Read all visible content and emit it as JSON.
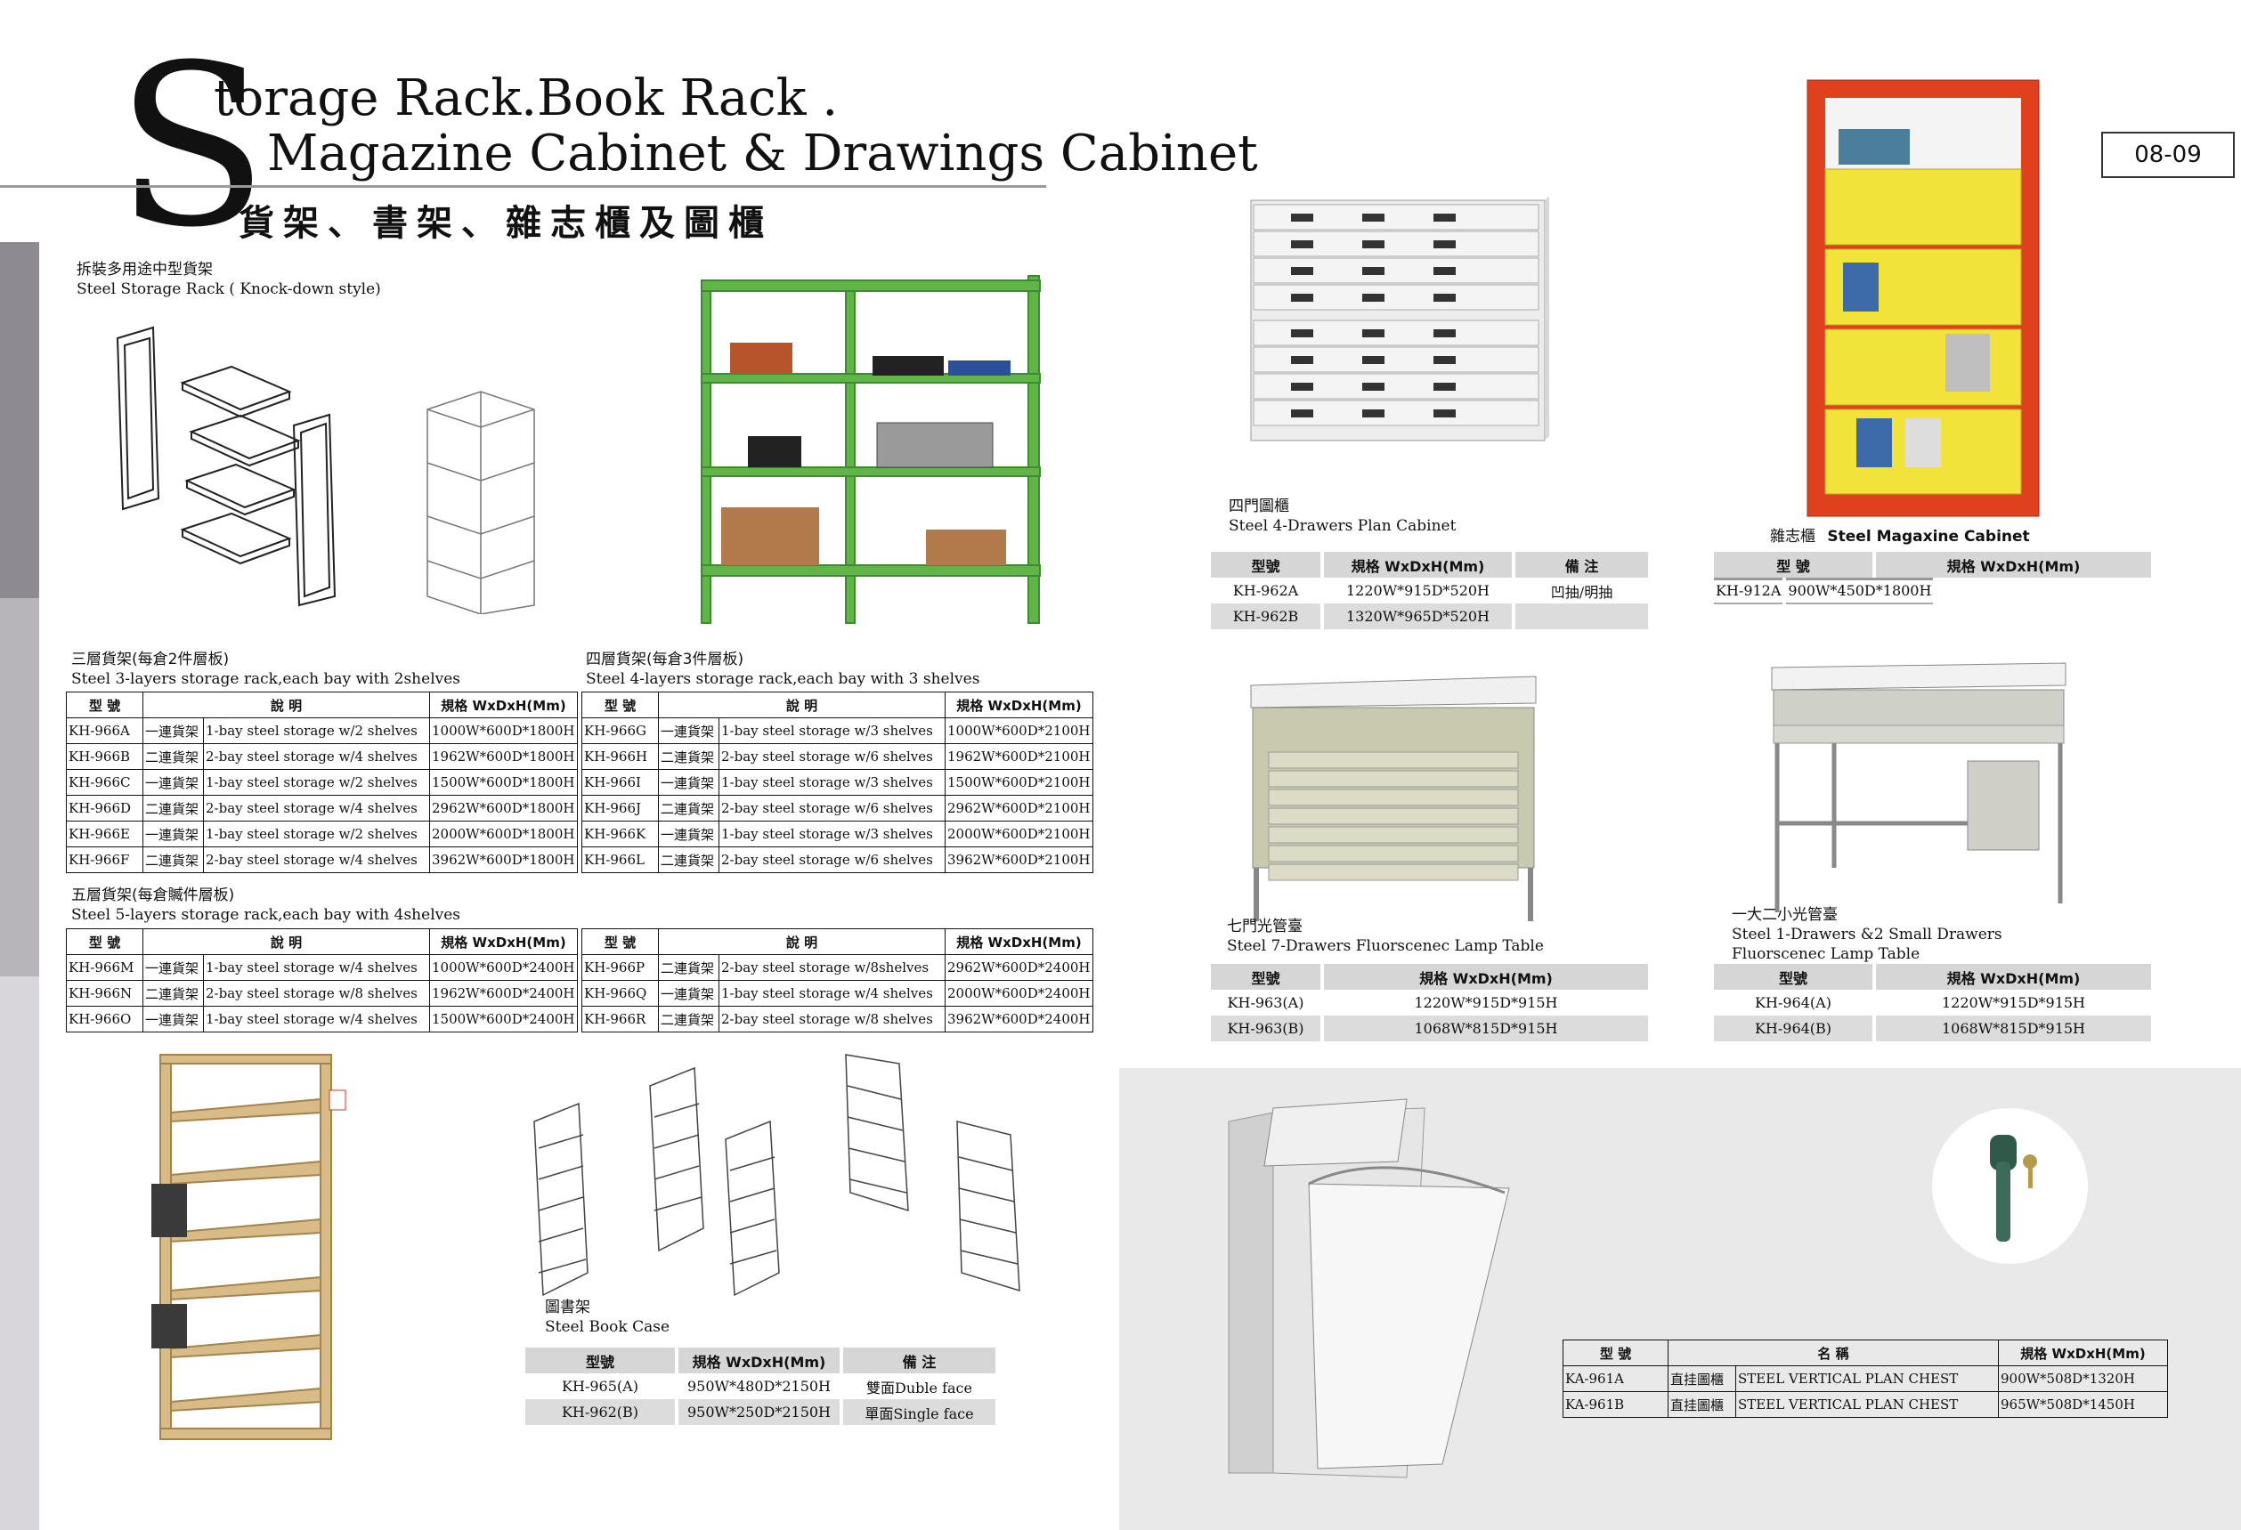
{
  "header": {
    "big_letter": "S",
    "title_line1": "torage Rack.Book Rack .",
    "title_line2": "Magazine Cabinet & Drawings Cabinet",
    "title_cn": "貨架、書架、雜志櫃及圖櫃",
    "page_number": "08-09"
  },
  "storage_rack": {
    "label_cn": "拆裝多用途中型貨架",
    "label_en": "Steel Storage Rack ( Knock-down style)"
  },
  "three_layer": {
    "label_cn": "三層貨架(每倉2件層板)",
    "label_en": "Steel 3-layers storage rack,each bay with 2shelves"
  },
  "four_layer": {
    "label_cn": "四層貨架(每倉3件層板)",
    "label_en": "Steel 4-layers storage rack,each bay with 3 shelves"
  },
  "five_layer": {
    "label_cn": "五層貨架(每倉贓件層板)",
    "label_en": "Steel 5-layers storage rack,each bay with 4shelves"
  },
  "rack_table_headers": {
    "model": "型 號",
    "desc": "說 明",
    "spec": "規格 WxDxH(Mm)"
  },
  "table_3_4": {
    "left": [
      [
        "KH-966A",
        "一連貨架",
        "1-bay steel storage w/2 shelves",
        "1000W*600D*1800H"
      ],
      [
        "KH-966B",
        "二連貨架",
        "2-bay steel storage w/4 shelves",
        "1962W*600D*1800H"
      ],
      [
        "KH-966C",
        "一連貨架",
        "1-bay steel storage w/2 shelves",
        "1500W*600D*1800H"
      ],
      [
        "KH-966D",
        "二連貨架",
        "2-bay steel storage w/4 shelves",
        "2962W*600D*1800H"
      ],
      [
        "KH-966E",
        "一連貨架",
        "1-bay steel storage w/2 shelves",
        "2000W*600D*1800H"
      ],
      [
        "KH-966F",
        "二連貨架",
        "2-bay steel storage w/4 shelves",
        "3962W*600D*1800H"
      ]
    ],
    "right": [
      [
        "KH-966G",
        "一連貨架",
        "1-bay steel storage w/3 shelves",
        "1000W*600D*2100H"
      ],
      [
        "KH-966H",
        "二連貨架",
        "2-bay steel storage w/6 shelves",
        "1962W*600D*2100H"
      ],
      [
        "KH-966I",
        "一連貨架",
        "1-bay steel storage w/3 shelves",
        "1500W*600D*2100H"
      ],
      [
        "KH-966J",
        "二連貨架",
        "2-bay steel storage w/6 shelves",
        "2962W*600D*2100H"
      ],
      [
        "KH-966K",
        "一連貨架",
        "1-bay steel storage w/3 shelves",
        "2000W*600D*2100H"
      ],
      [
        "KH-966L",
        "二連貨架",
        "2-bay steel storage w/6 shelves",
        "3962W*600D*2100H"
      ]
    ]
  },
  "table_5": {
    "left": [
      [
        "KH-966M",
        "一連貨架",
        "1-bay steel storage w/4 shelves",
        "1000W*600D*2400H"
      ],
      [
        "KH-966N",
        "二連貨架",
        "2-bay steel storage w/8 shelves",
        "1962W*600D*2400H"
      ],
      [
        "KH-966O",
        "一連貨架",
        "1-bay steel storage w/4 shelves",
        "1500W*600D*2400H"
      ]
    ],
    "right": [
      [
        "KH-966P",
        "二連貨架",
        "2-bay steel storage w/8shelves",
        "2962W*600D*2400H"
      ],
      [
        "KH-966Q",
        "一連貨架",
        "1-bay steel storage w/4 shelves",
        "2000W*600D*2400H"
      ],
      [
        "KH-966R",
        "二連貨架",
        "2-bay steel storage w/8 shelves",
        "3962W*600D*2400H"
      ]
    ]
  },
  "book_case": {
    "label_cn": "圖書架",
    "label_en": "Steel Book Case",
    "headers": {
      "model": "型號",
      "spec": "規格 WxDxH(Mm)",
      "note": "備 注"
    },
    "rows": [
      [
        "KH-965(A)",
        "950W*480D*2150H",
        "雙面Duble face"
      ],
      [
        "KH-962(B)",
        "950W*250D*2150H",
        "單面Single face"
      ]
    ]
  },
  "plan_cabinet": {
    "label_cn": "四門圖櫃",
    "label_en": "Steel 4-Drawers Plan Cabinet",
    "headers": {
      "model": "型號",
      "spec": "規格 WxDxH(Mm)",
      "note": "備 注"
    },
    "rows": [
      [
        "KH-962A",
        "1220W*915D*520H",
        "凹抽/明抽"
      ],
      [
        "KH-962B",
        "1320W*965D*520H",
        ""
      ]
    ]
  },
  "magazine_cabinet": {
    "label_cn": "雜志櫃",
    "label_en": "Steel Magaxine Cabinet",
    "headers": {
      "model": "型 號",
      "spec": "規格 WxDxH(Mm)"
    },
    "rows": [
      [
        "KH-912A",
        "900W*450D*1800H"
      ]
    ]
  },
  "lamp_table_7": {
    "label_cn": "七門光管臺",
    "label_en": "Steel 7-Drawers Fluorscenec Lamp Table",
    "headers": {
      "model": "型號",
      "spec": "規格 WxDxH(Mm)"
    },
    "rows": [
      [
        "KH-963(A)",
        "1220W*915D*915H"
      ],
      [
        "KH-963(B)",
        "1068W*815D*915H"
      ]
    ]
  },
  "lamp_table_1": {
    "label_cn": "一大二小光管臺",
    "label_en1": "Steel 1-Drawers &2 Small Drawers",
    "label_en2": "Fluorscenec Lamp Table",
    "headers": {
      "model": "型號",
      "spec": "規格 WxDxH(Mm)"
    },
    "rows": [
      [
        "KH-964(A)",
        "1220W*915D*915H"
      ],
      [
        "KH-964(B)",
        "1068W*815D*915H"
      ]
    ]
  },
  "vertical_chest": {
    "headers": {
      "model": "型 號",
      "name": "名 稱",
      "spec": "規格 WxDxH(Mm)"
    },
    "rows": [
      [
        "KA-961A",
        "直挂圖櫃",
        "STEEL VERTICAL PLAN CHEST",
        "900W*508D*1320H"
      ],
      [
        "KA-961B",
        "直挂圖櫃",
        "STEEL VERTICAL PLAN CHEST",
        "965W*508D*1450H"
      ]
    ]
  },
  "colors": {
    "rack_green": "#5fb546",
    "cabinet_orange": "#e0401e",
    "cabinet_yellow": "#f2e33a",
    "sidebar_dark": "#8e8a92",
    "sidebar_light": "#cfcdd1"
  }
}
